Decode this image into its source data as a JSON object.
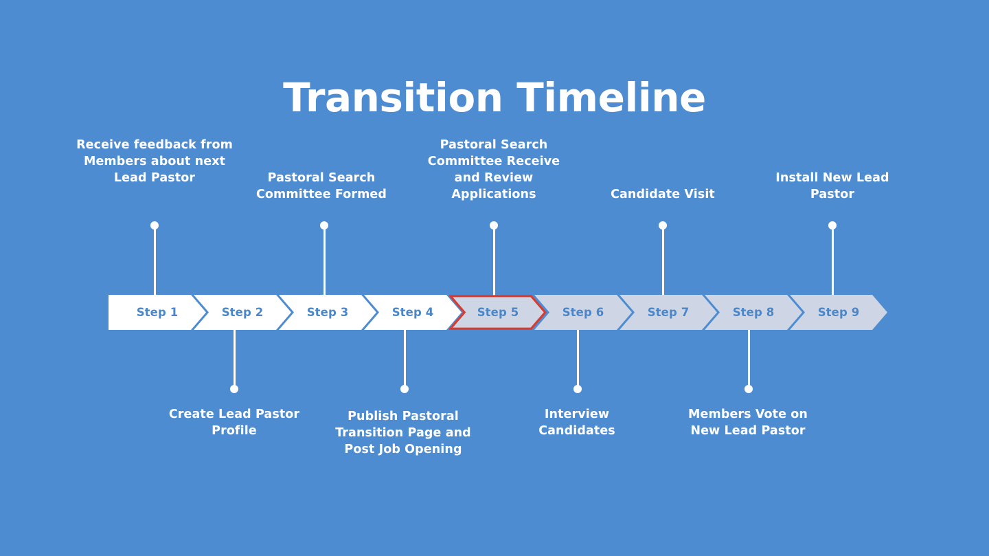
{
  "page": {
    "title": "Transition Timeline",
    "background_color": "#4e8cd2"
  },
  "colors": {
    "background": "#4e8cd2",
    "chevron_active_fill": "#ffffff",
    "chevron_inactive_fill": "#ced6e5",
    "chevron_label": "#4a86c8",
    "caption_text": "#ffffff",
    "highlight_outline": "#d63c30",
    "connector": "#ffffff"
  },
  "timeline": {
    "highlighted_step": "Step 5",
    "steps": [
      {
        "label": "Step 1",
        "caption": "Receive feedback from Members about next Lead Pastor",
        "caption_position": "above",
        "state": "completed"
      },
      {
        "label": "Step 2",
        "caption": "Create Lead Pastor Profile",
        "caption_position": "below",
        "state": "completed"
      },
      {
        "label": "Step 3",
        "caption": "Pastoral Search Committee Formed",
        "caption_position": "above",
        "state": "completed"
      },
      {
        "label": "Step 4",
        "caption": "Publish Pastoral Transition Page and Post Job Opening",
        "caption_position": "below",
        "state": "completed"
      },
      {
        "label": "Step 5",
        "caption": "Pastoral Search Committee Receive and Review Applications",
        "caption_position": "above",
        "state": "current"
      },
      {
        "label": "Step 6",
        "caption": "Interview Candidates",
        "caption_position": "below",
        "state": "upcoming"
      },
      {
        "label": "Step 7",
        "caption": "Candidate Visit",
        "caption_position": "above",
        "state": "upcoming"
      },
      {
        "label": "Step 8",
        "caption": "Members Vote on New Lead Pastor",
        "caption_position": "below",
        "state": "upcoming"
      },
      {
        "label": "Step 9",
        "caption": "Install New Lead Pastor",
        "caption_position": "above",
        "state": "upcoming"
      }
    ]
  }
}
